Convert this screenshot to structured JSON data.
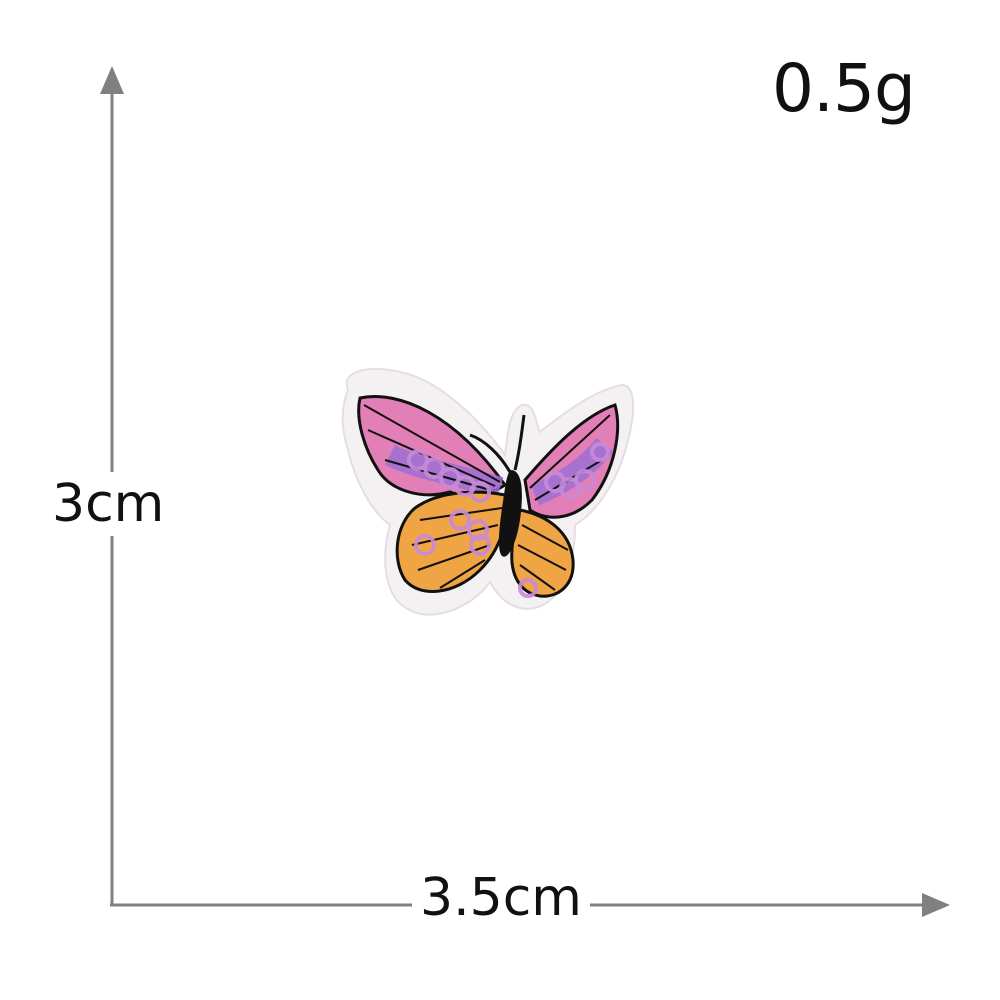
{
  "labels": {
    "weight": "0.5g",
    "height": "3cm",
    "width": "3.5cm"
  },
  "colors": {
    "axis": "#808080",
    "text": "#111111",
    "wing_pink": "#e27fb6",
    "wing_purple": "#9c70d4",
    "wing_orange": "#f0a544",
    "sequin": "#c98ad8"
  },
  "product": {
    "icon": "butterfly-patch-icon"
  }
}
